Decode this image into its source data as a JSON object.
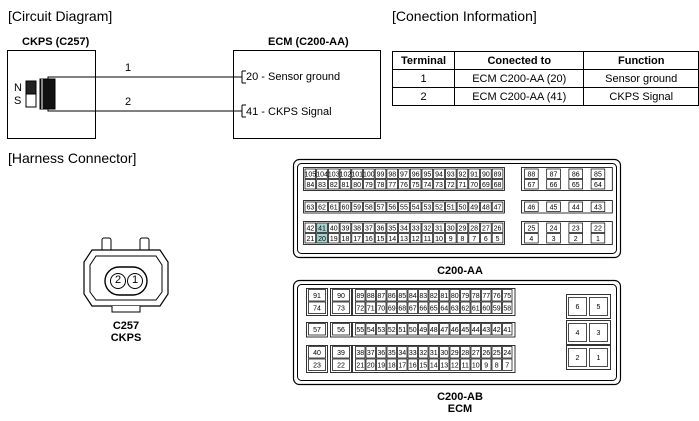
{
  "headers": {
    "circuit": "[Circuit Diagram]",
    "connection": "[Conection Information]",
    "harness": "[Harness Connector]"
  },
  "circuit": {
    "sensor_title": "CKPS (C257)",
    "sensor_letter_n": "N",
    "sensor_letter_s": "S",
    "ecm_title": "ECM (C200-AA)",
    "wire1": "1",
    "wire2": "2",
    "pin20": "20 - Sensor ground",
    "pin41": "41 - CKPS Signal"
  },
  "conn_table": {
    "columns": [
      "Terminal",
      "Conected to",
      "Function"
    ],
    "rows": [
      [
        "1",
        "ECM C200-AA (20)",
        "Sensor ground"
      ],
      [
        "2",
        "ECM C200-AA (41)",
        "CKPS Signal"
      ]
    ]
  },
  "sensor_connector": {
    "pin_left": "2",
    "pin_right": "1",
    "label_line1": "C257",
    "label_line2": "CKPS"
  },
  "c200aa": {
    "label": "C200-AA",
    "highlight": [
      "41",
      "20"
    ],
    "highlight_color": "#a9d4d4",
    "rows": [
      {
        "left": [
          "105",
          "104",
          "103",
          "102",
          "101",
          "100",
          "99",
          "98",
          "97",
          "96",
          "95",
          "94",
          "93",
          "92",
          "91",
          "90",
          "89"
        ],
        "right": [
          "88",
          "87",
          "86",
          "85"
        ]
      },
      {
        "left": [
          "84",
          "83",
          "82",
          "81",
          "80",
          "79",
          "78",
          "77",
          "76",
          "75",
          "74",
          "73",
          "72",
          "71",
          "70",
          "69",
          "68"
        ],
        "right": [
          "67",
          "66",
          "65",
          "64"
        ]
      },
      {
        "left": [
          "63",
          "62",
          "61",
          "60",
          "59",
          "58",
          "57",
          "56",
          "55",
          "54",
          "53",
          "52",
          "51",
          "50",
          "49",
          "48",
          "47"
        ],
        "right": [
          "46",
          "45",
          "44",
          "43"
        ]
      },
      {
        "left": [
          "42",
          "41",
          "40",
          "39",
          "38",
          "37",
          "36",
          "35",
          "34",
          "33",
          "32",
          "31",
          "30",
          "29",
          "28",
          "27",
          "26"
        ],
        "right": [
          "25",
          "24",
          "23",
          "22"
        ]
      },
      {
        "left": [
          "21",
          "20",
          "19",
          "18",
          "17",
          "16",
          "15",
          "14",
          "13",
          "12",
          "11",
          "10",
          "9",
          "8",
          "7",
          "6",
          "5"
        ],
        "right": [
          "4",
          "3",
          "2",
          "1"
        ]
      }
    ]
  },
  "c200ab": {
    "label_line1": "C200-AB",
    "label_line2": "ECM",
    "rows": [
      {
        "a": "91",
        "b": "90",
        "mid": [
          "89",
          "88",
          "87",
          "86",
          "85",
          "84",
          "83",
          "82",
          "81",
          "80",
          "79",
          "78",
          "77",
          "76",
          "75"
        ]
      },
      {
        "a": "74",
        "b": "73",
        "mid": [
          "72",
          "71",
          "70",
          "69",
          "68",
          "67",
          "66",
          "65",
          "64",
          "63",
          "62",
          "61",
          "60",
          "59",
          "58"
        ]
      },
      {
        "a": "57",
        "b": "56",
        "mid": [
          "55",
          "54",
          "53",
          "52",
          "51",
          "50",
          "49",
          "48",
          "47",
          "46",
          "45",
          "44",
          "43",
          "42",
          "41"
        ]
      },
      {
        "a": "40",
        "b": "39",
        "mid": [
          "38",
          "37",
          "36",
          "35",
          "34",
          "33",
          "32",
          "31",
          "30",
          "29",
          "28",
          "27",
          "26",
          "25",
          "24"
        ]
      },
      {
        "a": "23",
        "b": "22",
        "mid": [
          "21",
          "20",
          "19",
          "18",
          "17",
          "16",
          "15",
          "14",
          "13",
          "12",
          "11",
          "10",
          "9",
          "8",
          "7"
        ]
      }
    ],
    "right": [
      [
        "6",
        "5"
      ],
      [
        "4",
        "3"
      ],
      [
        "2",
        "1"
      ]
    ]
  }
}
